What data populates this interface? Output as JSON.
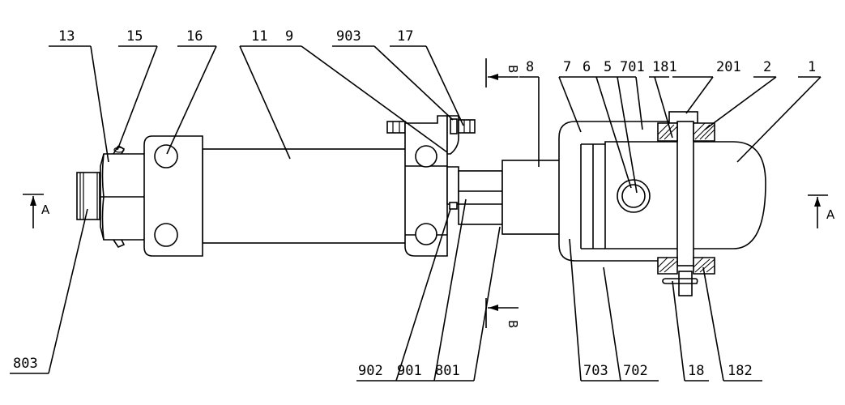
{
  "part_labels": [
    {
      "id": "13",
      "text": "13"
    },
    {
      "id": "15",
      "text": "15"
    },
    {
      "id": "16",
      "text": "16"
    },
    {
      "id": "11",
      "text": "11"
    },
    {
      "id": "9",
      "text": "9"
    },
    {
      "id": "903",
      "text": "903"
    },
    {
      "id": "17",
      "text": "17"
    },
    {
      "id": "8",
      "text": "8"
    },
    {
      "id": "7",
      "text": "7"
    },
    {
      "id": "6",
      "text": "6"
    },
    {
      "id": "5",
      "text": "5"
    },
    {
      "id": "701",
      "text": "701"
    },
    {
      "id": "181",
      "text": "181"
    },
    {
      "id": "201",
      "text": "201"
    },
    {
      "id": "2",
      "text": "2"
    },
    {
      "id": "1",
      "text": "1"
    },
    {
      "id": "803",
      "text": "803"
    },
    {
      "id": "902",
      "text": "902"
    },
    {
      "id": "901",
      "text": "901"
    },
    {
      "id": "801",
      "text": "801"
    },
    {
      "id": "703",
      "text": "703"
    },
    {
      "id": "702",
      "text": "702"
    },
    {
      "id": "18",
      "text": "18"
    },
    {
      "id": "182",
      "text": "182"
    }
  ],
  "section_marks": {
    "a_left": "A",
    "a_right": "A",
    "b_top": "B",
    "b_bottom": "B"
  }
}
